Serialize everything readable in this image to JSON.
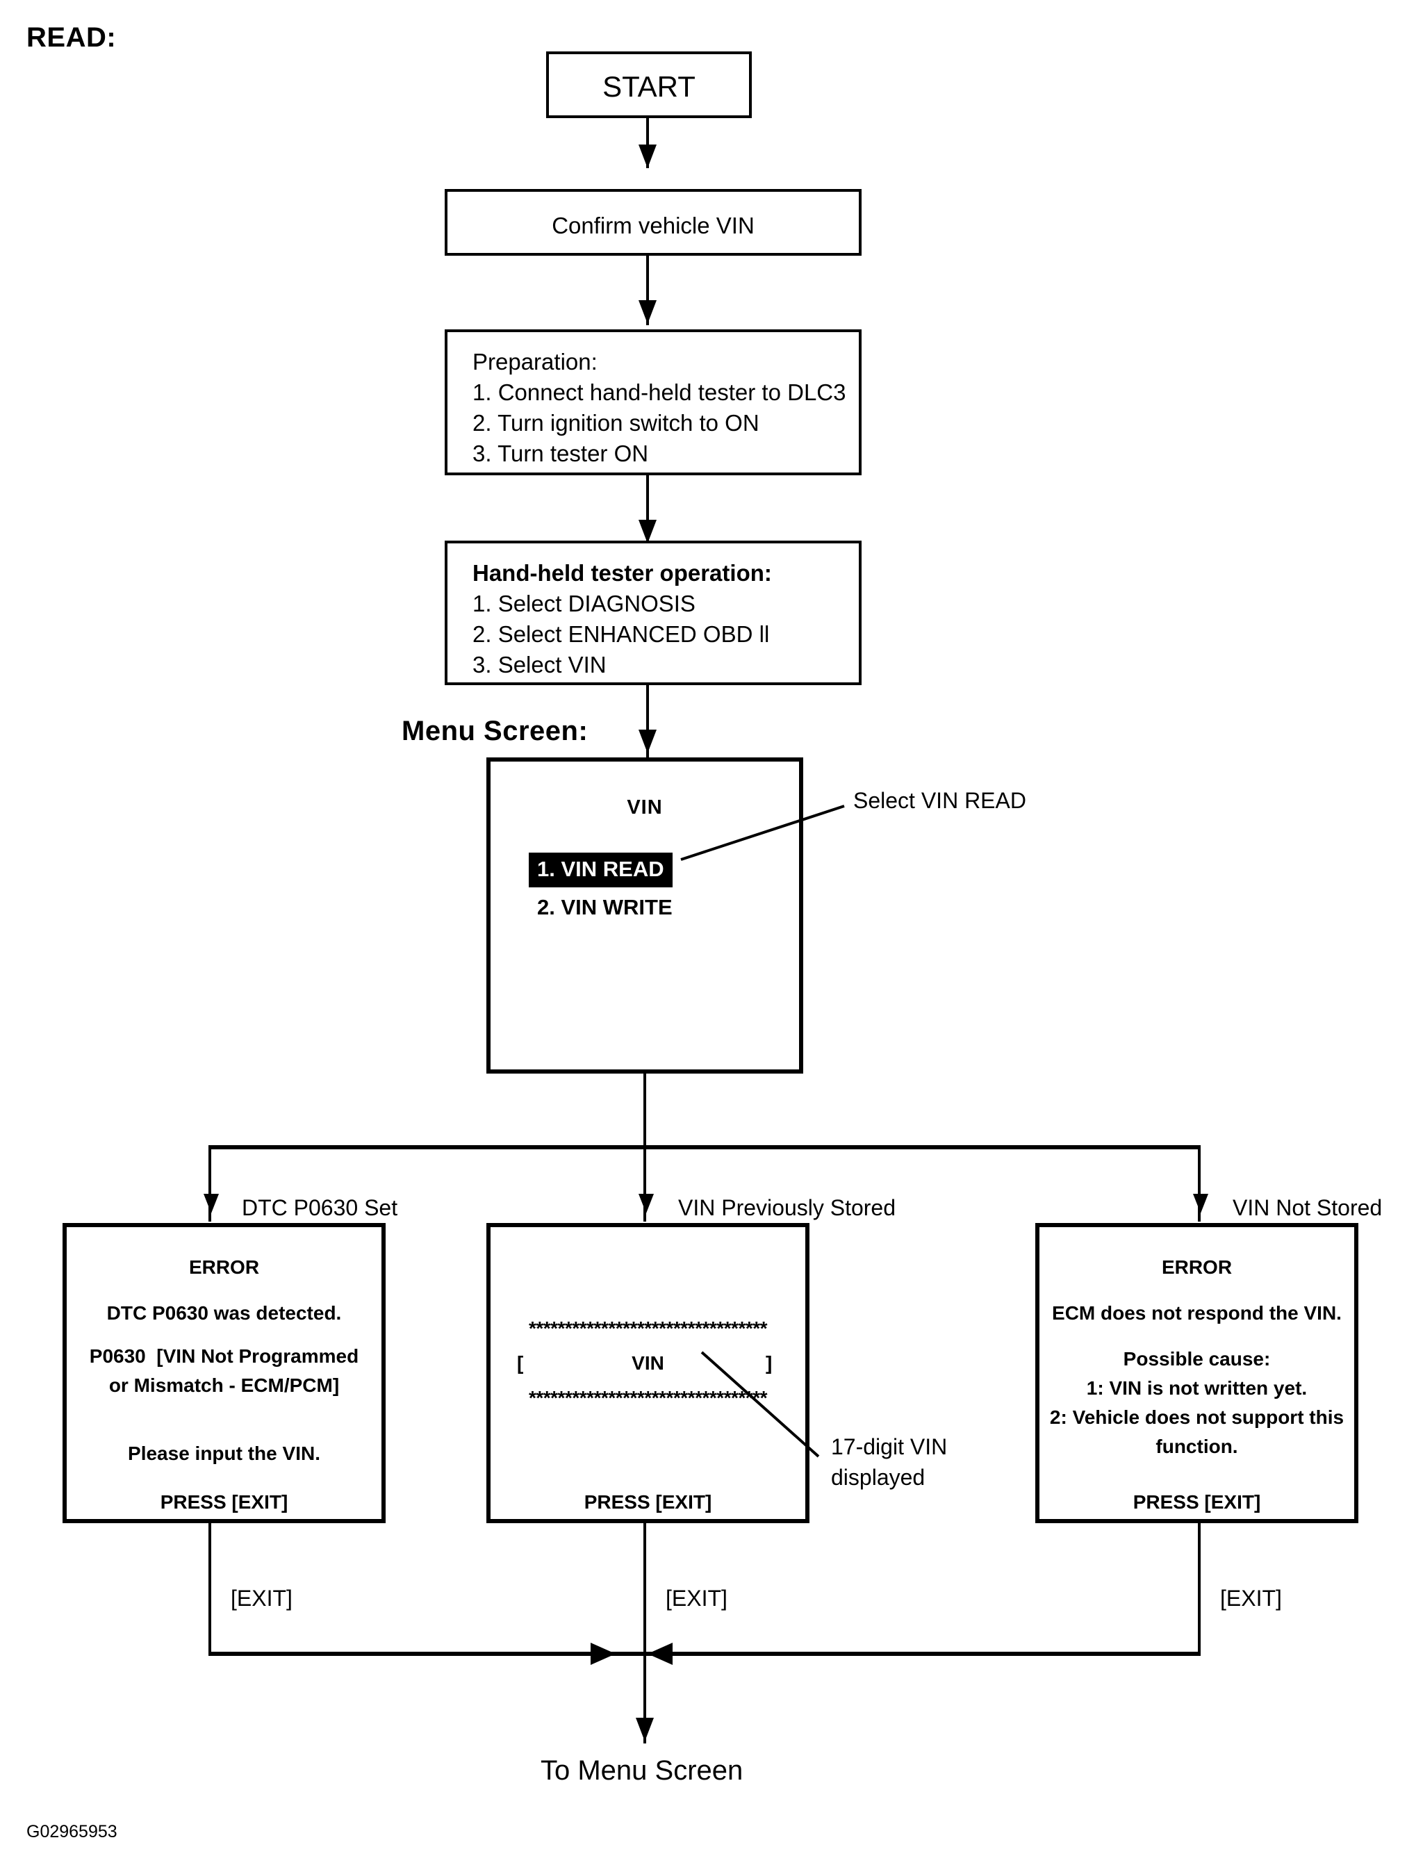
{
  "page": {
    "section_title": "READ:",
    "figure_id": "G02965953",
    "bottom_label": "To Menu Screen"
  },
  "flow": {
    "start": "START",
    "confirm_vin": "Confirm vehicle VIN",
    "preparation": {
      "heading": "Preparation:",
      "steps": [
        "1. Connect hand-held tester to DLC3",
        "2. Turn ignition switch to ON",
        "3. Turn tester ON"
      ]
    },
    "tester_operation": {
      "heading": "Hand-held tester operation:",
      "steps": [
        "1. Select DIAGNOSIS",
        "2. Select ENHANCED OBD ll",
        "3. Select VIN"
      ]
    }
  },
  "menu_screen": {
    "label": "Menu Screen:",
    "title": "VIN",
    "items": [
      {
        "text": "1. VIN READ",
        "selected": true
      },
      {
        "text": "2. VIN WRITE",
        "selected": false
      }
    ],
    "callout": "Select VIN READ"
  },
  "branches": [
    {
      "label": "DTC P0630 Set"
    },
    {
      "label": "VIN Previously Stored"
    },
    {
      "label": "VIN Not Stored"
    }
  ],
  "results": {
    "dtc_set": {
      "title": "ERROR",
      "lines": [
        "DTC P0630 was detected.",
        "P0630  [VIN Not Programmed",
        "or Mismatch - ECM/PCM]",
        "Please input the VIN."
      ],
      "footer": "PRESS [EXIT]"
    },
    "vin_stored": {
      "stars_top": "*********************************",
      "bracket_open": "[",
      "vin_label": "VIN",
      "bracket_close": "]",
      "stars_bottom": "*********************************",
      "footer": "PRESS [EXIT]",
      "callout_line1": "17-digit VIN",
      "callout_line2": "displayed"
    },
    "vin_not_stored": {
      "title": "ERROR",
      "lines": [
        "ECM does not respond the VIN.",
        "Possible cause:",
        "1: VIN is not written yet.",
        "2: Vehicle does not support this",
        "function."
      ],
      "footer": "PRESS [EXIT]"
    }
  },
  "exit_labels": [
    "[EXIT]",
    "[EXIT]",
    "[EXIT]"
  ],
  "colors": {
    "ink": "#000000",
    "paper": "#ffffff"
  }
}
